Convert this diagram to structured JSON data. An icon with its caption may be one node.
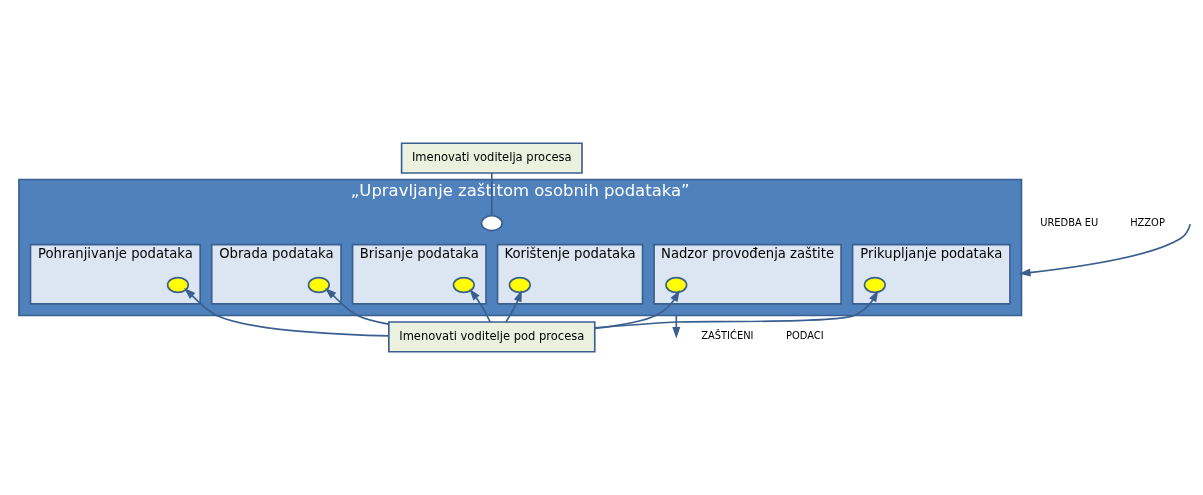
{
  "diagram": {
    "nodes": [
      {
        "text": [
          "Imenovati voditelja procesa"
        ]
      },
      {
        "text": [
          "„Upravljanje zaštitom osobnih podataka”"
        ]
      },
      {
        "text": [
          "Prikupljanje podataka"
        ],
        "in": 1
      },
      {
        "text": [
          "Obrada podataka"
        ],
        "in": 1
      },
      {
        "text": [
          "Korištenje podataka"
        ],
        "in": 1
      },
      {
        "text": [
          "Brisanje podataka"
        ],
        "in": 1
      },
      {
        "text": [
          "Pohranjivanje podataka"
        ],
        "in": 1
      },
      {
        "text": [
          "Nadzor provođenja zaštite"
        ],
        "in": 1
      },
      {
        "text": [],
        "shape": "circle",
        "in": 1
      },
      {
        "text": [],
        "shape": "circle",
        "in": 2
      },
      {
        "text": [],
        "shape": "circle",
        "in": 3
      },
      {
        "text": [],
        "shape": "circle",
        "in": 4
      },
      {
        "text": [],
        "shape": "circle",
        "in": 5
      },
      {
        "text": [],
        "shape": "circle",
        "in": 6
      },
      {
        "text": [],
        "shape": "circle",
        "in": 7
      },
      {
        "text": [
          "Imenovati voditelje pod procesa"
        ]
      }
    ],
    "edges": [
      {
        "from": 0,
        "to": 8,
        "arrow": "none"
      },
      {
        "from": 15,
        "to": 9,
        "arrow": "to"
      },
      {
        "from": 15,
        "to": 10,
        "arrow": "to"
      },
      {
        "from": 15,
        "to": 11,
        "arrow": "to"
      },
      {
        "from": 15,
        "to": 12,
        "arrow": "to"
      },
      {
        "from": 15,
        "to": 13,
        "arrow": "to"
      },
      {
        "from": 15,
        "to": 14,
        "arrow": "to"
      },
      {
        "from": null,
        "to": 1,
        "arrow": "to"
      },
      {
        "from": 1,
        "to": null,
        "arrow": "to"
      }
    ],
    "labels": [
      "UREDBA EU",
      "HZZOP",
      "ZAŠTIĆENI",
      "PODACI"
    ]
  }
}
